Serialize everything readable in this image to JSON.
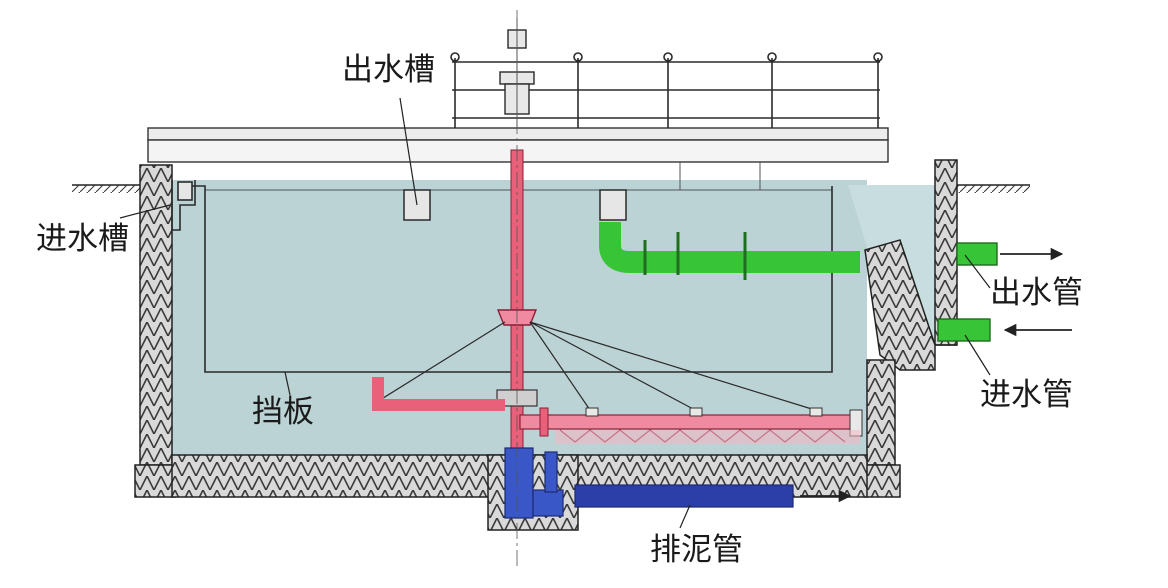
{
  "labels": {
    "outlet_trough": "出水槽",
    "inlet_trough": "进水槽",
    "outlet_pipe": "出水管",
    "inlet_pipe": "进水管",
    "baffle": "挡板",
    "sludge_pipe": "排泥管"
  },
  "colors": {
    "water": "#bcd3d6",
    "wall_fill": "#d9d9d9",
    "hatch": "#3a3a3a",
    "shaft": "#e8607a",
    "scraper": "#f08aa0",
    "outlet_pipe": "#37c437",
    "sludge_pipe": "#2c3fa8",
    "sludge_sump": "#3a57c8",
    "line": "#2a2a2a"
  }
}
